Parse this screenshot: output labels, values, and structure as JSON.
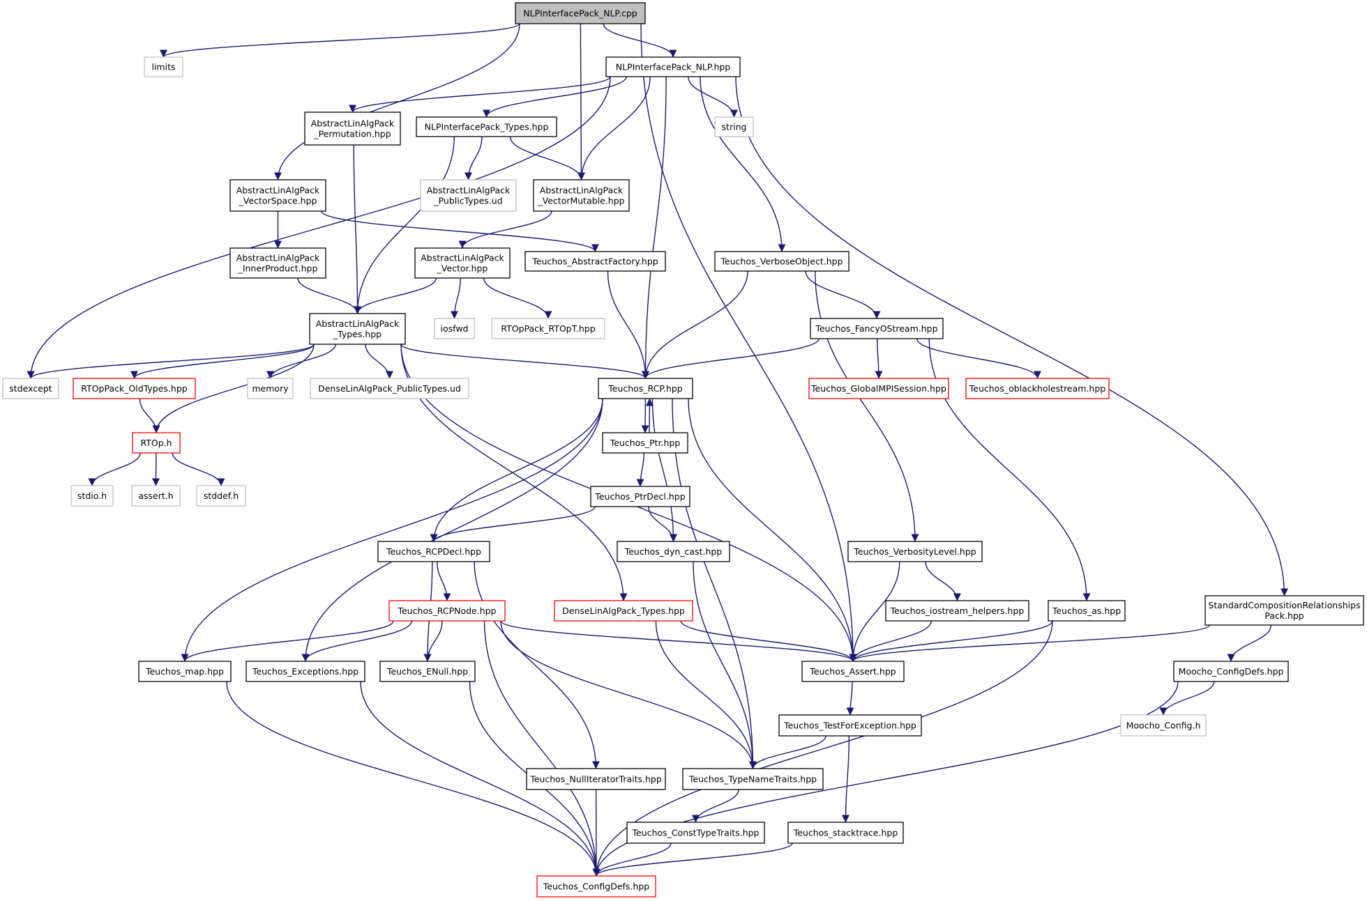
{
  "colors": {
    "edge": "#191970",
    "border_normal": "#000000",
    "border_missing": "#bfbfbf",
    "border_truncated": "#ff0000",
    "fill_root": "#bfbfbf",
    "fill_default": "#ffffff",
    "text": "#000000"
  },
  "nodes": [
    {
      "id": "root",
      "lines": [
        "NLPInterfacePack_NLP.cpp"
      ],
      "style": "root"
    },
    {
      "id": "limits",
      "lines": [
        "limits"
      ],
      "style": "missing"
    },
    {
      "id": "nlp_hpp",
      "lines": [
        "NLPInterfacePack_NLP.hpp"
      ],
      "style": "normal"
    },
    {
      "id": "perm",
      "lines": [
        "AbstractLinAlgPack",
        "_Permutation.hpp"
      ],
      "style": "normal"
    },
    {
      "id": "nlp_types",
      "lines": [
        "NLPInterfacePack_Types.hpp"
      ],
      "style": "normal"
    },
    {
      "id": "string",
      "lines": [
        "string"
      ],
      "style": "missing"
    },
    {
      "id": "vspace",
      "lines": [
        "AbstractLinAlgPack",
        "_VectorSpace.hpp"
      ],
      "style": "normal"
    },
    {
      "id": "pubtypes",
      "lines": [
        "AbstractLinAlgPack",
        "_PublicTypes.ud"
      ],
      "style": "missing"
    },
    {
      "id": "vmut",
      "lines": [
        "AbstractLinAlgPack",
        "_VectorMutable.hpp"
      ],
      "style": "normal"
    },
    {
      "id": "inner",
      "lines": [
        "AbstractLinAlgPack",
        "_InnerProduct.hpp"
      ],
      "style": "normal"
    },
    {
      "id": "vec",
      "lines": [
        "AbstractLinAlgPack",
        "_Vector.hpp"
      ],
      "style": "normal"
    },
    {
      "id": "absfact",
      "lines": [
        "Teuchos_AbstractFactory.hpp"
      ],
      "style": "normal"
    },
    {
      "id": "verbobj",
      "lines": [
        "Teuchos_VerboseObject.hpp"
      ],
      "style": "normal"
    },
    {
      "id": "iosfwd",
      "lines": [
        "iosfwd"
      ],
      "style": "missing"
    },
    {
      "id": "rtopt",
      "lines": [
        "RTOpPack_RTOpT.hpp"
      ],
      "style": "missing"
    },
    {
      "id": "alatypes",
      "lines": [
        "AbstractLinAlgPack",
        "_Types.hpp"
      ],
      "style": "normal"
    },
    {
      "id": "fancy",
      "lines": [
        "Teuchos_FancyOStream.hpp"
      ],
      "style": "normal"
    },
    {
      "id": "stdexcept",
      "lines": [
        "stdexcept"
      ],
      "style": "missing"
    },
    {
      "id": "oldtypes",
      "lines": [
        "RTOpPack_OldTypes.hpp"
      ],
      "style": "truncated"
    },
    {
      "id": "memory",
      "lines": [
        "memory"
      ],
      "style": "missing"
    },
    {
      "id": "densepub",
      "lines": [
        "DenseLinAlgPack_PublicTypes.ud"
      ],
      "style": "missing"
    },
    {
      "id": "rcp",
      "lines": [
        "Teuchos_RCP.hpp"
      ],
      "style": "normal"
    },
    {
      "id": "mpi",
      "lines": [
        "Teuchos_GlobalMPISession.hpp"
      ],
      "style": "truncated"
    },
    {
      "id": "oblack",
      "lines": [
        "Teuchos_oblackholestream.hpp"
      ],
      "style": "truncated"
    },
    {
      "id": "rtoph",
      "lines": [
        "RTOp.h"
      ],
      "style": "truncated"
    },
    {
      "id": "ptr",
      "lines": [
        "Teuchos_Ptr.hpp"
      ],
      "style": "normal"
    },
    {
      "id": "stdio",
      "lines": [
        "stdio.h"
      ],
      "style": "missing"
    },
    {
      "id": "asserth",
      "lines": [
        "assert.h"
      ],
      "style": "missing"
    },
    {
      "id": "stddef",
      "lines": [
        "stddef.h"
      ],
      "style": "missing"
    },
    {
      "id": "ptrdecl",
      "lines": [
        "Teuchos_PtrDecl.hpp"
      ],
      "style": "normal"
    },
    {
      "id": "rcpdecl",
      "lines": [
        "Teuchos_RCPDecl.hpp"
      ],
      "style": "normal"
    },
    {
      "id": "dyncast",
      "lines": [
        "Teuchos_dyn_cast.hpp"
      ],
      "style": "normal"
    },
    {
      "id": "verblevel",
      "lines": [
        "Teuchos_VerbosityLevel.hpp"
      ],
      "style": "normal"
    },
    {
      "id": "rcpnode",
      "lines": [
        "Teuchos_RCPNode.hpp"
      ],
      "style": "truncated"
    },
    {
      "id": "densetypes",
      "lines": [
        "DenseLinAlgPack_Types.hpp"
      ],
      "style": "truncated"
    },
    {
      "id": "iohelp",
      "lines": [
        "Teuchos_iostream_helpers.hpp"
      ],
      "style": "normal"
    },
    {
      "id": "tas",
      "lines": [
        "Teuchos_as.hpp"
      ],
      "style": "normal"
    },
    {
      "id": "stdcomp",
      "lines": [
        "StandardCompositionRelationships",
        "Pack.hpp"
      ],
      "style": "normal"
    },
    {
      "id": "map",
      "lines": [
        "Teuchos_map.hpp"
      ],
      "style": "normal"
    },
    {
      "id": "exceptions",
      "lines": [
        "Teuchos_Exceptions.hpp"
      ],
      "style": "normal"
    },
    {
      "id": "enull",
      "lines": [
        "Teuchos_ENull.hpp"
      ],
      "style": "normal"
    },
    {
      "id": "assert",
      "lines": [
        "Teuchos_Assert.hpp"
      ],
      "style": "normal"
    },
    {
      "id": "moochocfg",
      "lines": [
        "Moocho_ConfigDefs.hpp"
      ],
      "style": "normal"
    },
    {
      "id": "testexc",
      "lines": [
        "Teuchos_TestForException.hpp"
      ],
      "style": "normal"
    },
    {
      "id": "moochoh",
      "lines": [
        "Moocho_Config.h"
      ],
      "style": "missing"
    },
    {
      "id": "nulliter",
      "lines": [
        "Teuchos_NullIteratorTraits.hpp"
      ],
      "style": "normal"
    },
    {
      "id": "typename",
      "lines": [
        "Teuchos_TypeNameTraits.hpp"
      ],
      "style": "normal"
    },
    {
      "id": "consttype",
      "lines": [
        "Teuchos_ConstTypeTraits.hpp"
      ],
      "style": "normal"
    },
    {
      "id": "stacktrace",
      "lines": [
        "Teuchos_stacktrace.hpp"
      ],
      "style": "normal"
    },
    {
      "id": "configdefs",
      "lines": [
        "Teuchos_ConfigDefs.hpp"
      ],
      "style": "truncated"
    }
  ]
}
